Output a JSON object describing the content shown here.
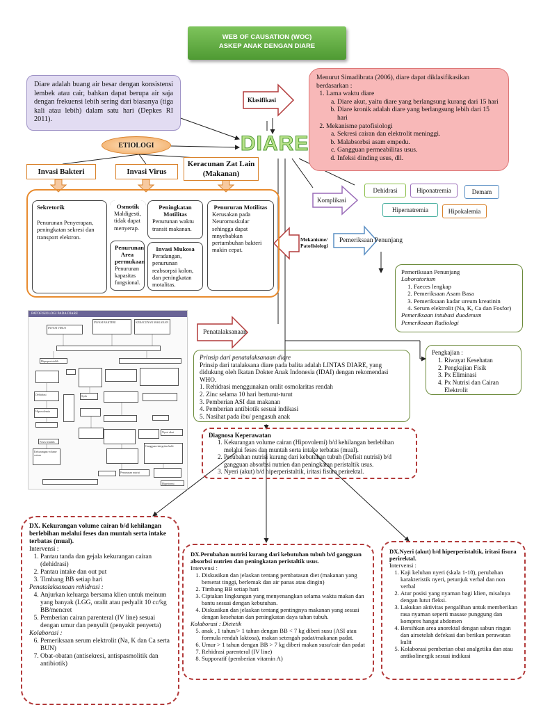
{
  "banner": {
    "line1": "WEB OF CAUSATION (WOC)",
    "line2": "ASKEP ANAK DENGAN DIARE"
  },
  "definition": "Diare adalah buang air besar dengan konsistensi lembek atau cair, bahkan dapat berupa air saja dengan frekuensi lebih sering dari biasanya (tiga kali atau lebih) dalam satu hari (Depkes RI 2011).",
  "center_title": "DIARE",
  "klasifikasi": {
    "arrow_label": "Klasifikasi",
    "intro": "Menurut Simadibrata (2006), diare dapat diklasifikasikan berdasarkan :",
    "groups": [
      {
        "title": "Lama waktu diare",
        "items": [
          "Diare akut, yaitu diare yang berlangsung kurang dari 15 hari",
          "Diare kronik adalah diare yang berlangsung lebih dari 15 hari"
        ]
      },
      {
        "title": "Mekanisme patofisiologi",
        "items": [
          "Sekresi cairan dan elektrolit meninggi.",
          "Malabsorbsi asam empedu.",
          "Gangguan permeabilitas usus.",
          "Infeksi dinding usus, dll."
        ]
      }
    ]
  },
  "etiologi": {
    "label": "ETIOLOGI",
    "categories": [
      "Invasi Bakteri",
      "Invasi Virus",
      "Keracunan Zat Lain (Makanan)"
    ],
    "mechanisms": [
      {
        "title": "Sekretorik",
        "text": "Penurunan Penyerapan, peningkatan sekresi dan transport elektron."
      },
      {
        "title": "Osmotik",
        "text": "Maldigesti, tidak dapat menyerap."
      },
      {
        "title": "Peningkatan Motilitas",
        "text": "Penurunan waktu transit makanan."
      },
      {
        "title": "Penururan Motilitas",
        "text": "Kerusakan pada Neuromuskular sehingga dapat mnyebabkan pertumbuhan bakteri makin cepat."
      },
      {
        "title": "Penurunan Area permukaan",
        "text": "Penurunan kapasitas fungsional."
      },
      {
        "title": "Invasi Mukosa",
        "text": "Peradangan, penurunan reabsorpsi kolon, dan peningkatan motalitas."
      }
    ]
  },
  "komplikasi": {
    "label": "Komplikasi",
    "items": [
      "Dehidrasi",
      "Hiponatremia",
      "Demam",
      "Hipernatremia",
      "Hipokalemia"
    ],
    "colors": {
      "Dehidrasi": "#8cbf4a",
      "Hiponatremia": "#9a6cb8",
      "Demam": "#5a8fc4",
      "Hipernatremia": "#4ab0a0",
      "Hipokalemia": "#d9822b"
    }
  },
  "mekanisme_label": "Mekanisme/ Patofisiologi",
  "pemeriksaan": {
    "label": "Pemeriksaan Penunjang",
    "title": "Pemeriksaan Penunjang",
    "subtitle": "Laboratorium",
    "items": [
      "Faeces lengkap",
      "Pemeriksaan Asam Basa",
      "Pemeriksaan kadar ureum kreatinin",
      "Serum elektrolit (Na, K, Ca dan Fosfor)"
    ],
    "extra": [
      "Pemeriksaan intubasi duodenum",
      "Pemeriksaan Radiologi"
    ]
  },
  "pengkajian": {
    "title": "Pengkajian :",
    "items": [
      "Riwayat Kesehatan",
      "Pengkajian Fisik",
      "Px Eliminasi",
      "Px Nutrisi dan Cairan Elektrolit"
    ]
  },
  "penatalaksanaan": {
    "label": "Penatalaksanaan",
    "title": "Prinsip dari penatalaksanaan diare",
    "body": "Prinsip dari tatalaksana diare pada balita adalah LINTAS DIARE, yang didukung oleh Ikatan Dokter Anak Indonesia (IDAI) dengan rekomendasi WHO.",
    "items": [
      "1. Rehidrasi menggunakan oralit osmolaritas rendah",
      "2. Zinc selama 10 hari berturut-turut",
      "3. Pemberian ASI dan makanan",
      "4. Pemberian antibiotik sesuai indikasi",
      "5. Nasihat pada ibu/ pengasuh anak"
    ]
  },
  "pathophysiology_scan": {
    "header": "PATOFISIOLOGI PADA DIARE",
    "boxes": [
      "INVASI BAKTERI",
      "KERACUNAN MAKANAN",
      "INVASI VIRUS",
      "Hiperperistaltik",
      "Dehidrasi",
      "Syok",
      "Hipovolemia",
      "Feses lembek",
      "Nyeri akut",
      "Kekurangan volume cairan",
      "Gangguan integritas kulit",
      "Penurunan nutrisi",
      "Hipertermi"
    ]
  },
  "diagnosa": {
    "title": "Diagnosa Keperawatan",
    "items": [
      "Kekurangan volume cairan (Hipovolemi) b/d kehilangan berlebihan melalui feses dan muntah serta intake terbatas (mual).",
      "Perubahan nutrisi kurang dari kebutuhan tubuh (Defisit nutrisi) b/d gangguan absorbsi nutrien dan peningkatan peristaltik usus.",
      "Nyeri (akut) b/d hiperperistaltik, iritasi fisura perirektal."
    ]
  },
  "dx1": {
    "title": "DX. Kekurangan volume cairan b/d kehilangan berlebihan melalui feses dan muntah serta intake terbatas (mual).",
    "intervensi_label": "Intervensi :",
    "intervensi": [
      "Pantau tanda dan gejala kekurangan cairan (dehidrasi)",
      "Pantau intake dan out put",
      "Timbang BB setiap hari"
    ],
    "rehidrasi_label": "Penatalaksanaan rehidrasi :",
    "rehidrasi": [
      "Anjurkan keluarga bersama klien untuk meinum yang banyak (LGG, oralit atau pedyalit 10 cc/kg BB/mencret",
      "Pemberian cairan parenteral (IV line) sesuai dengan umur dan penyulit (penyakit penyerta)"
    ],
    "kolaborasi_label": "Kolaborasi :",
    "kolaborasi": [
      "Pemeriksaan serum elektrolit (Na, K dan Ca serta BUN)",
      "Obat-obatan (antisekresi, antispasmolitik dan antibiotik)"
    ]
  },
  "dx2": {
    "title": "DX.Perubahan nutrisi kurang dari kebutuhan tubuh b/d gangguan absorbsi nutrien dan peningkatan peristaltik usus.",
    "intervensi_label": "Intervensi :",
    "intervensi": [
      "Diskusikan dan jelaskan tentang pembatasan diet (makanan yang berserat tinggi, berlemak dan air panas atau dingin)",
      "Timbang BB setiap hari",
      "Ciptakan lingkungan yang menyenangkan selama waktu makan dan bantu sesuai dengan kebutuhan.",
      "Diskusikan dan jelaskan tentang pentingnya makanan yang sesuai dengan kesehatan dan peningkatan daya tahan tubuh."
    ],
    "kolaborasi_label": "Kolaborasi : Dietetik",
    "kolaborasi": [
      "anak , 1 tahun/> 1 tahun dengan BB < 7 kg diberi susu (ASI atau formula rendah laktosa), makan setengah padat/makanan padat.",
      "Umur > 1 tahun dengan BB > 7 kg diberi makan susu/cair dan padat",
      "Rehidrasi parenteral (IV line)",
      "Supporatif (pemberian vitamin A)"
    ]
  },
  "dx3": {
    "title": "DX.Nyeri (akut) b/d hiperperistaltik, iritasi fisura perirektal.",
    "intervensi_label": "Intervensi :",
    "intervensi": [
      "Kaji keluhan nyeri (skala 1-10), perubahan karakteristik nyeri, petunjuk verbal dan non verbal",
      "Atur posisi yang nyaman bagi klien, misalnya dengan lutut fleksi.",
      "Lakukan aktivitas pengalihan untuk memberikan rasa nyaman seperti masase punggung dan kompres hangat abdomen",
      "Bersihkan area anorektal dengan sabun ringan dan airsetelah defekasi dan berikan perawatan kulit",
      "Kolaborasi pemberian obat analgetika dan atau antikolinergik sesuai indikasi"
    ]
  }
}
